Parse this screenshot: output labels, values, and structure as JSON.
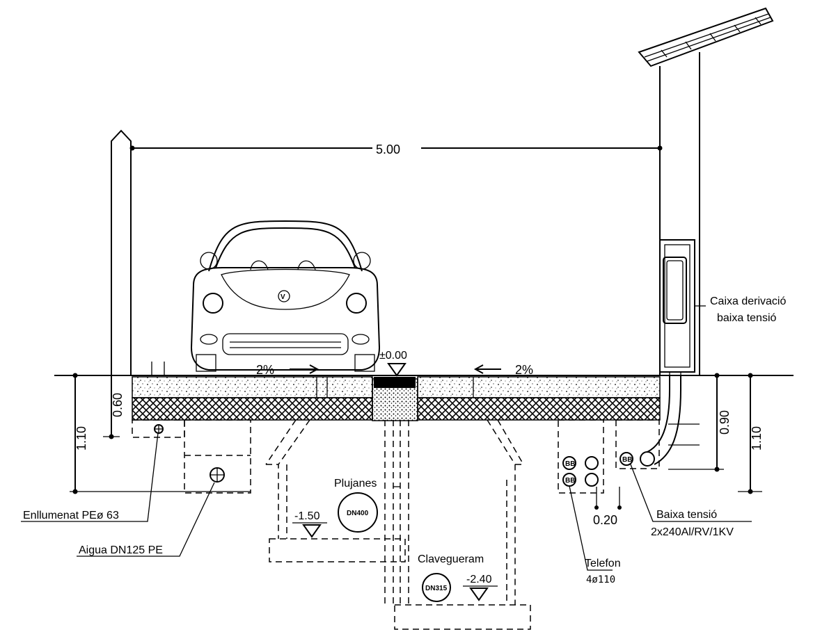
{
  "dimensions": {
    "width": "5.00",
    "slope_left": "2%",
    "slope_right": "2%",
    "level_zero": "±0.00",
    "left_depth_total": "1.10",
    "left_depth_partial": "0.60",
    "right_depth_partial": "0.90",
    "right_depth_total": "1.10",
    "gap": "0.20",
    "level_plujanes": "-1.50",
    "level_clavegueram": "-2.40"
  },
  "pipes": {
    "plujanes_title": "Plujanes",
    "plujanes_code": "DN400",
    "clavegueram_title": "Clavegueram",
    "clavegueram_code": "DN315"
  },
  "callouts": {
    "enllumenat": "Enllumenat  PEø 63",
    "aigua": "Aigua DN125 PE",
    "caixa_line1": "Caixa derivació",
    "caixa_line2": "baixa tensió",
    "baixa_line1": "Baixa tensió",
    "baixa_line2": "2x240Al/RV/1KV",
    "telefon_line1": "Telefon",
    "telefon_line2": "4ø110"
  }
}
